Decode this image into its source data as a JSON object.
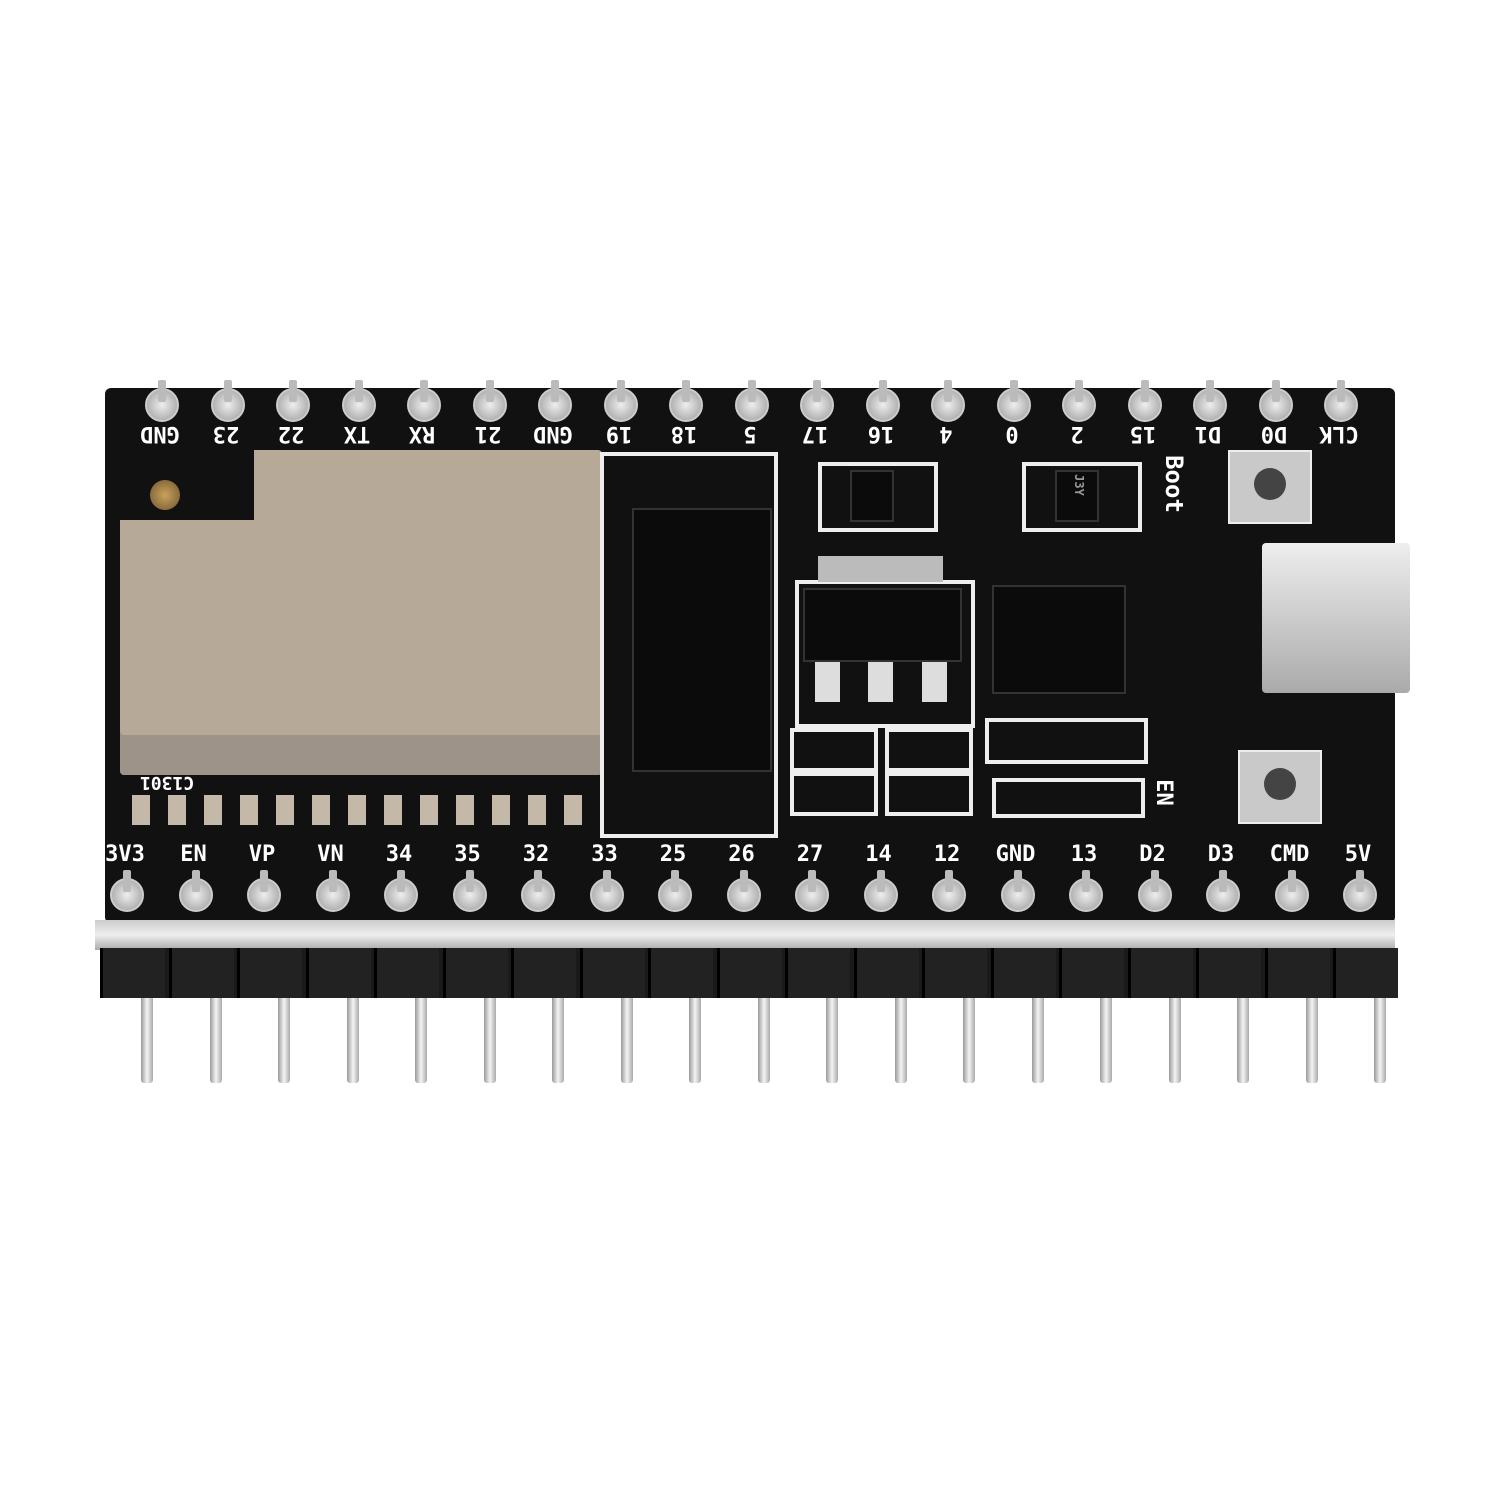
{
  "board": {
    "top_pins": [
      "GND",
      "23",
      "22",
      "TX",
      "RX",
      "21",
      "GND",
      "19",
      "18",
      "5",
      "17",
      "16",
      "4",
      "0",
      "2",
      "15",
      "D1",
      "D0",
      "CLK"
    ],
    "bottom_pins": [
      "3V3",
      "EN",
      "VP",
      "VN",
      "34",
      "35",
      "32",
      "33",
      "25",
      "26",
      "27",
      "14",
      "12",
      "GND",
      "13",
      "D2",
      "D3",
      "CMD",
      "5V"
    ],
    "boot_label": "Boot",
    "en_label": "EN",
    "module_label": "C1301",
    "chip_marking": "J3Y"
  },
  "colors": {
    "pcb": "#111111",
    "shield": "#b6a998",
    "silk": "#ffffff"
  }
}
